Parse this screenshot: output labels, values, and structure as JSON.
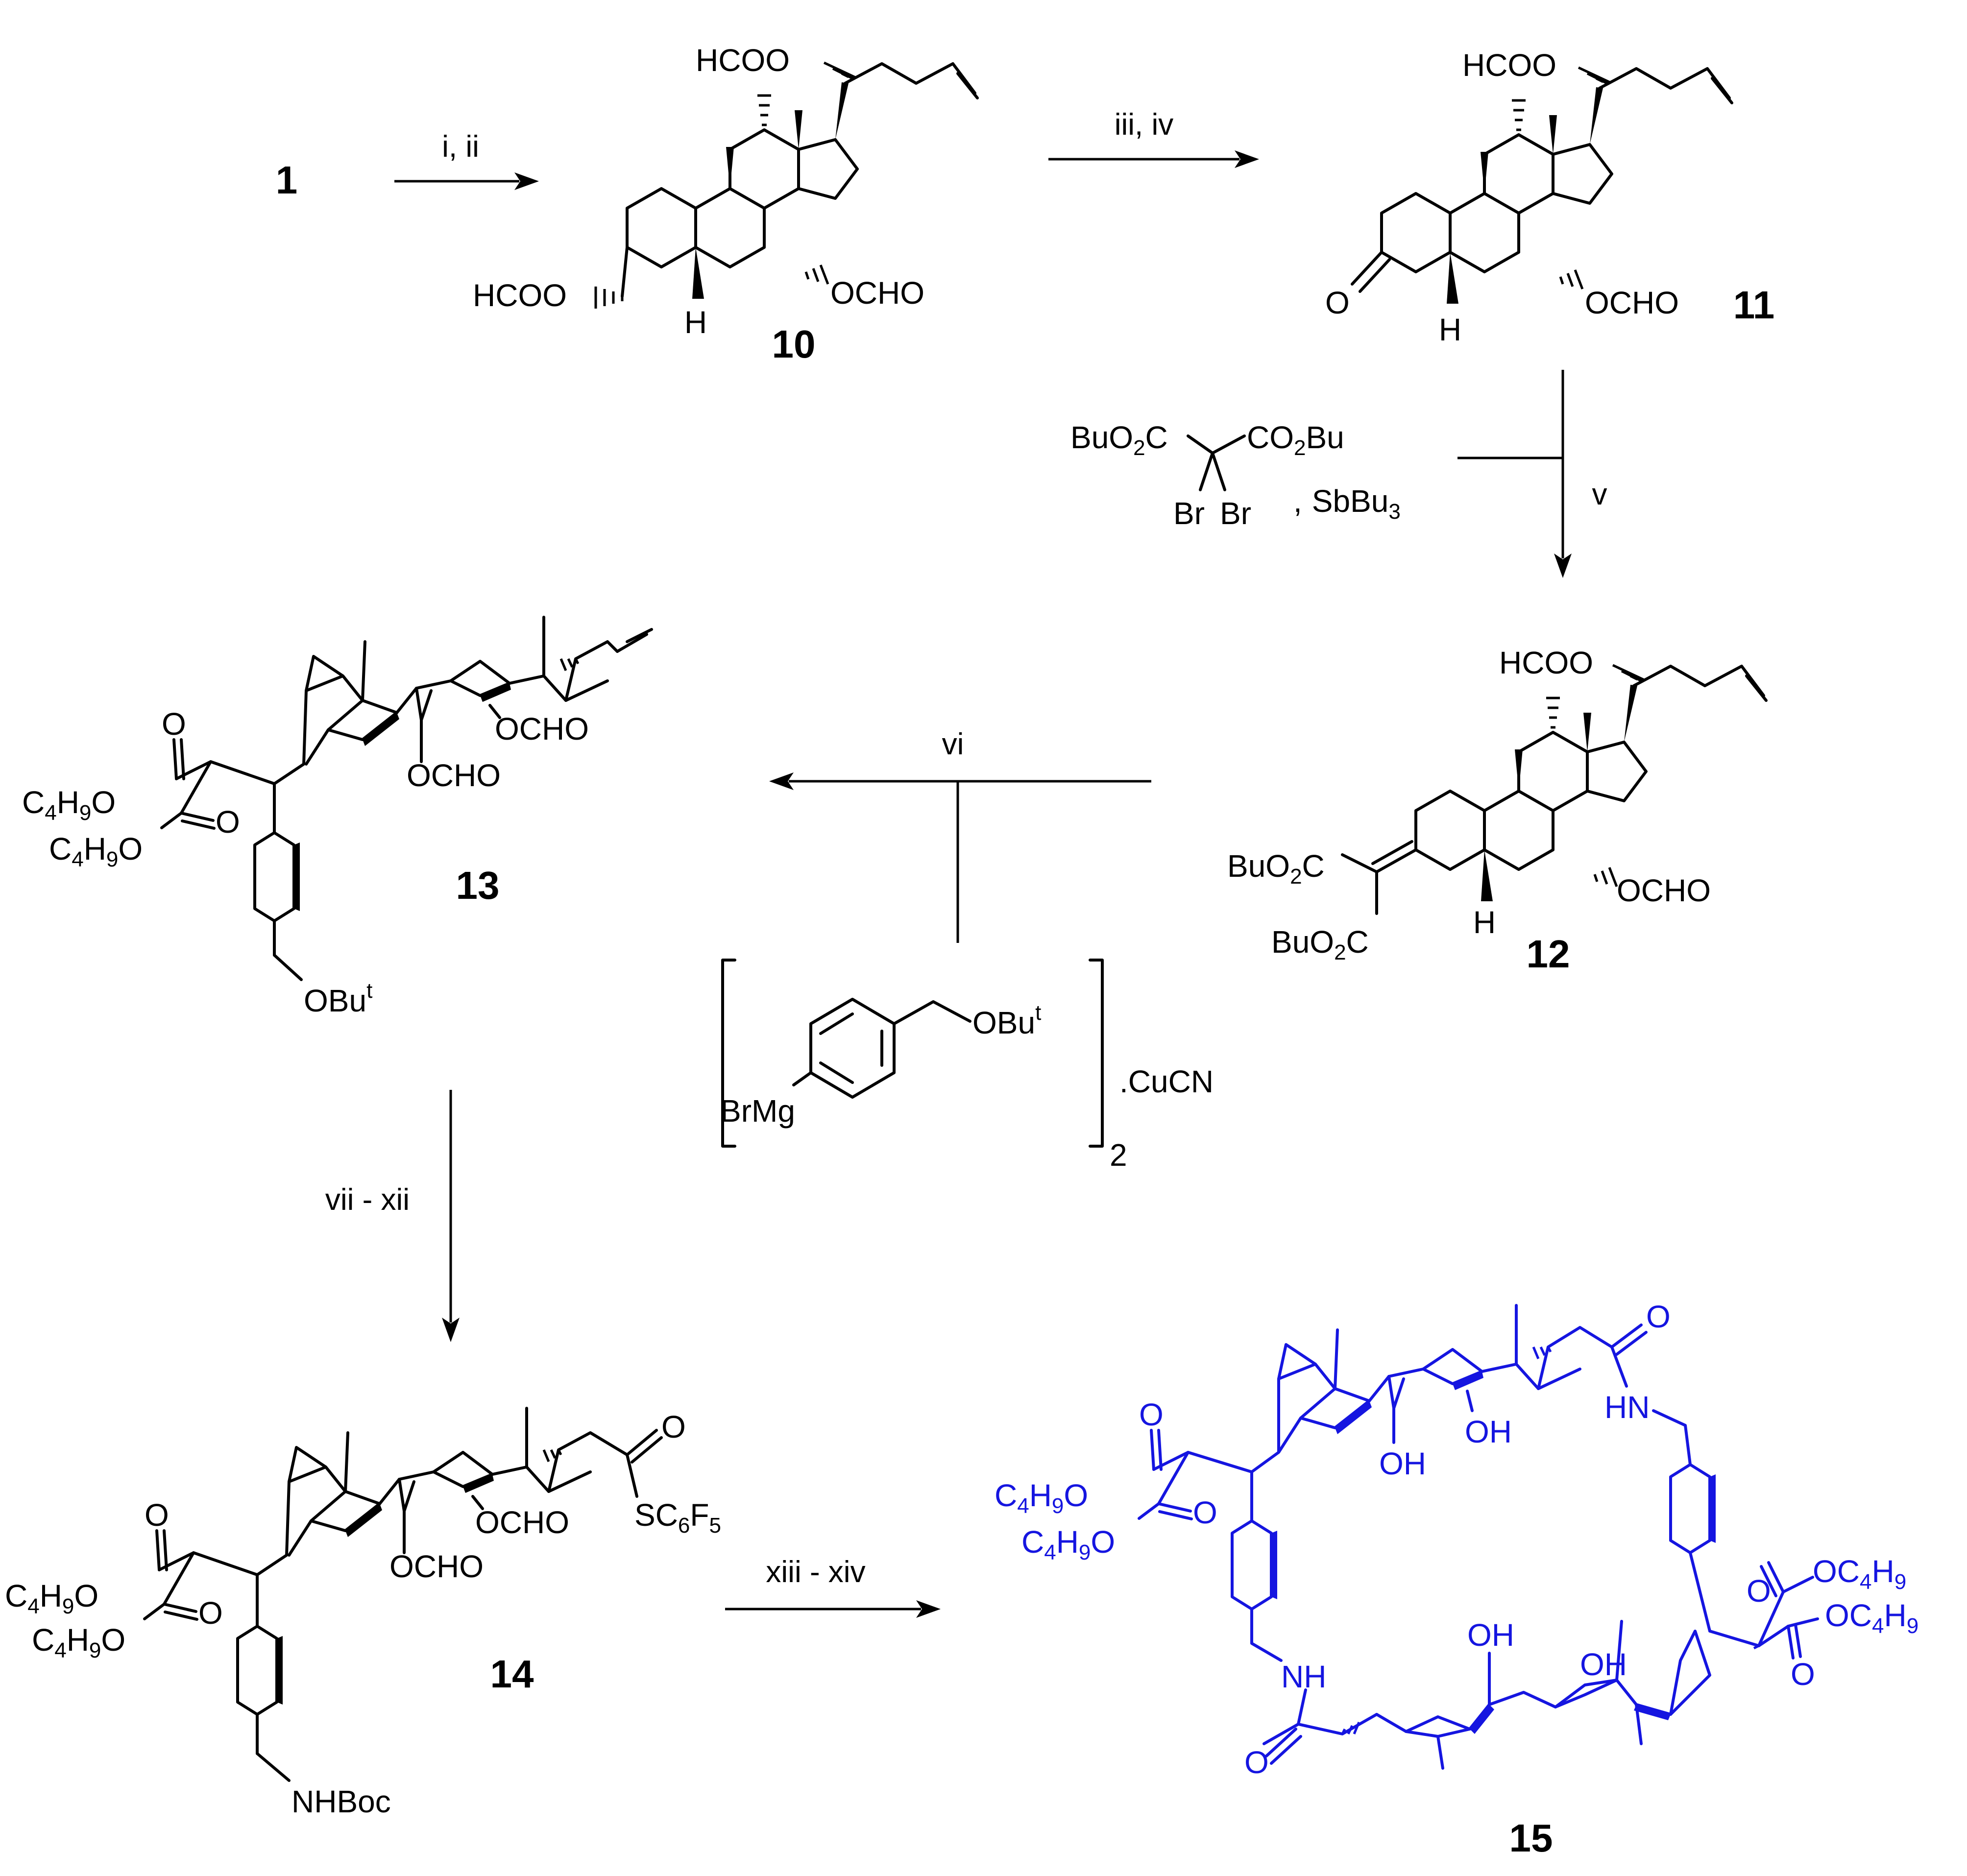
{
  "compounds": {
    "c1": "1",
    "c10": "10",
    "c11": "11",
    "c12": "12",
    "c13": "13",
    "c14": "14",
    "c15": "15"
  },
  "steps": {
    "s1": "i, ii",
    "s2": "iii, iv",
    "s3": "v",
    "s4": "vi",
    "s5": "vii - xii",
    "s6": "xiii - xiv"
  },
  "labels": {
    "hcoo": "HCOO",
    "ocho": "OCHO",
    "h": "H",
    "o": "O",
    "oh": "OH",
    "br": "Br",
    "bu_o2c": "BuO",
    "co2bu": "CO",
    "bu": "Bu",
    "sbbu": "SbBu",
    "c": "C",
    "c4h9o": "C",
    "four": "4",
    "nine": "9",
    "two": "2",
    "three": "3",
    "six": "6",
    "five": "5",
    "obut": "OBu",
    "t": "t",
    "brmg": "BrMg",
    "cucn": ".CuCN",
    "nhboc": "NHBoc",
    "s": "S",
    "f": "F",
    "hn": "HN",
    "nh": "NH",
    "oc4h9": "OC",
    "comma": ","
  },
  "colors": {
    "product": "#1515e0",
    "ink": "#000000"
  }
}
